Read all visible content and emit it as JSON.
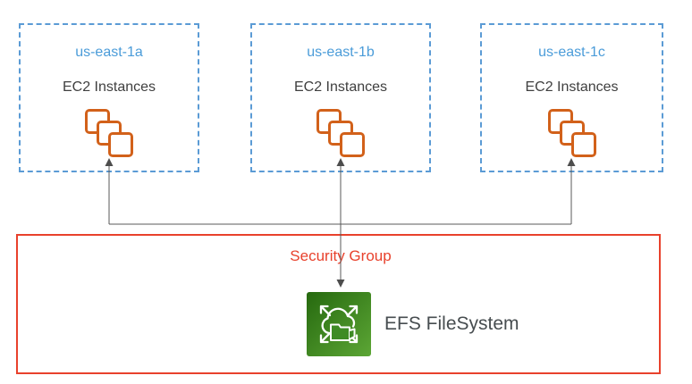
{
  "zones": [
    {
      "label": "us-east-1a",
      "service": "EC2 Instances"
    },
    {
      "label": "us-east-1b",
      "service": "EC2 Instances"
    },
    {
      "label": "us-east-1c",
      "service": "EC2 Instances"
    }
  ],
  "security_group": {
    "label": "Security Group"
  },
  "efs": {
    "label": "EFS FileSystem"
  },
  "icons": {
    "ec2": "ec2-instances-icon",
    "efs": "efs-filesystem-icon",
    "connectors": "connector-arrows"
  },
  "colors": {
    "zone_border_blue": "#5B9BD5",
    "zone_label_blue": "#4B9CD9",
    "ec2_icon_orange": "#D2611A",
    "security_group_red": "#E8412C",
    "connector_gray": "#595959",
    "body_text_gray": "#3F3F3F",
    "efs_label_gray": "#474D50",
    "efs_green_gradient_start": "#26690F",
    "efs_green_gradient_end": "#5CA635"
  }
}
